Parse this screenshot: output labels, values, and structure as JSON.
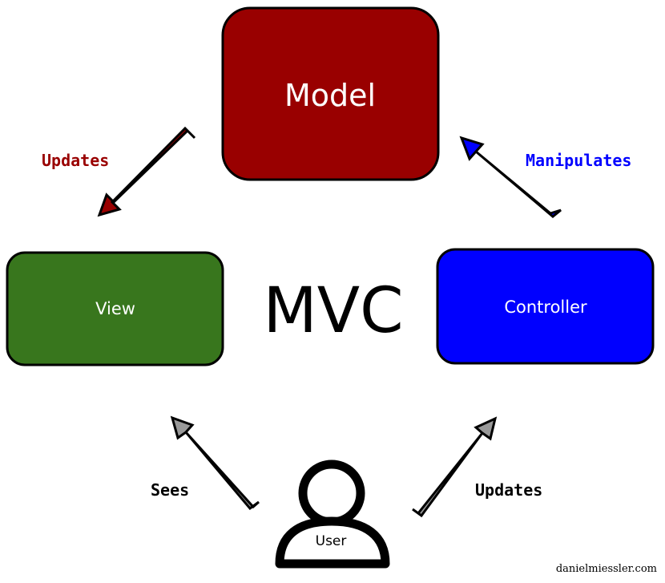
{
  "title": "MVC",
  "nodes": {
    "model": {
      "label": "Model",
      "color": "#990000"
    },
    "view": {
      "label": "View",
      "color": "#38761d"
    },
    "controller": {
      "label": "Controller",
      "color": "#0000ff"
    },
    "user": {
      "label": "User"
    }
  },
  "edges": {
    "model_to_view": {
      "label": "Updates",
      "color": "#990000"
    },
    "controller_to_model": {
      "label": "Manipulates",
      "color": "#0000ff"
    },
    "user_to_view": {
      "label": "Sees",
      "color": "#999999"
    },
    "user_to_controller": {
      "label": "Updates",
      "color": "#999999"
    }
  },
  "credit": "danielmiessler.com"
}
